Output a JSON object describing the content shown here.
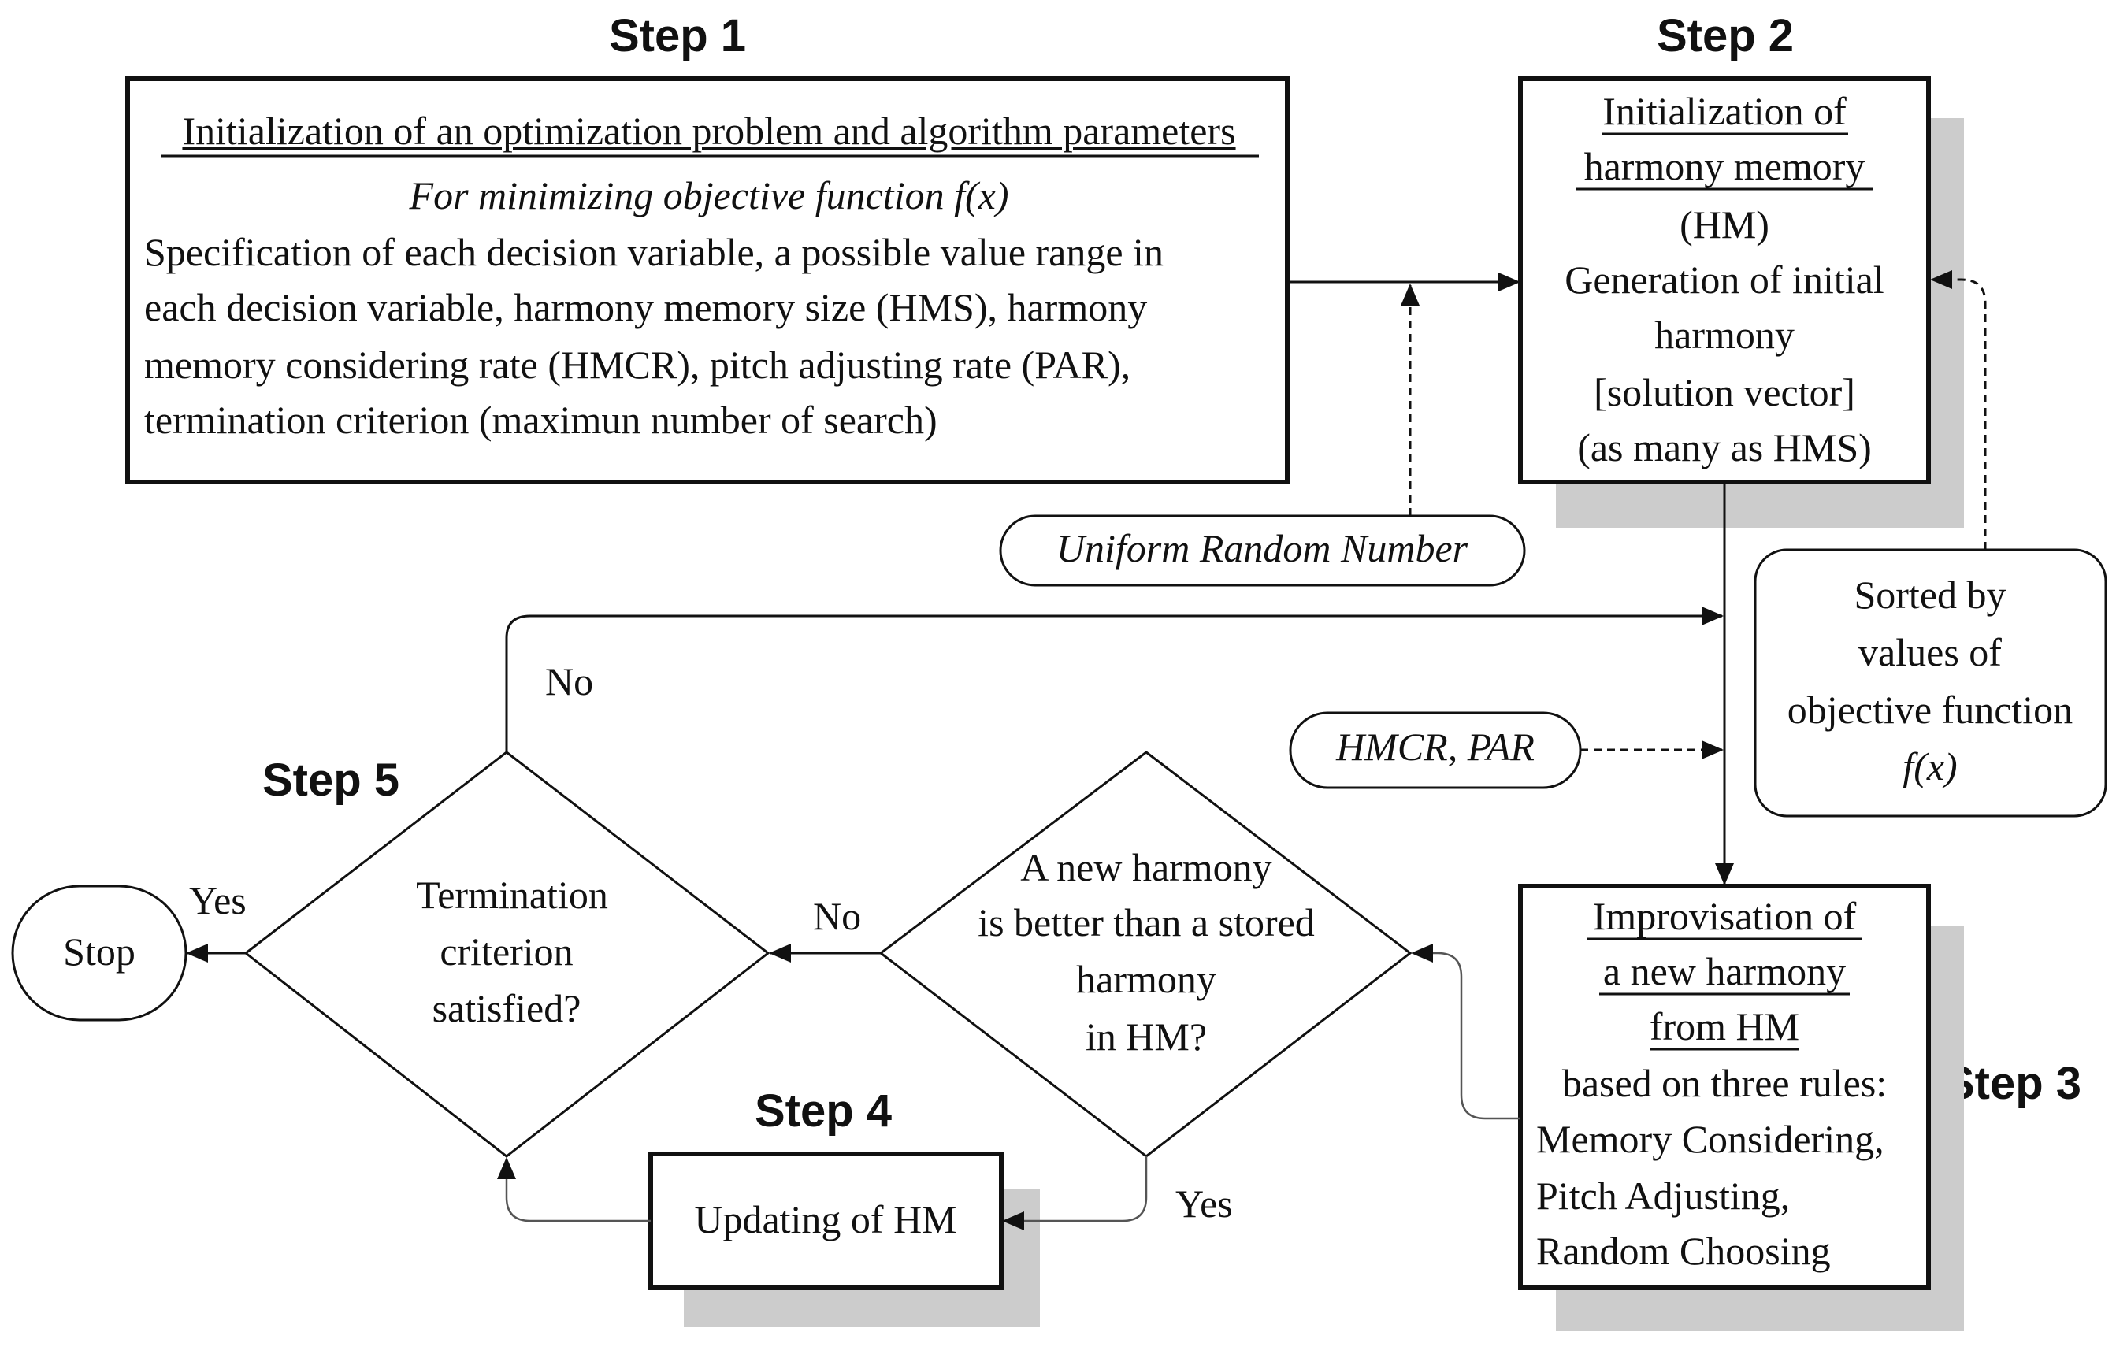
{
  "steps": {
    "step1": "Step 1",
    "step2": "Step 2",
    "step3": "Step 3",
    "step4": "Step 4",
    "step5": "Step 5"
  },
  "box1": {
    "title": "Initialization of an optimization problem and algorithm parameters",
    "subtitle": "For minimizing objective function f(x)",
    "lines": [
      "Specification of each decision variable, a possible value range in",
      "each decision variable, harmony memory size (HMS), harmony",
      "memory considering rate (HMCR), pitch adjusting rate (PAR),",
      "termination criterion (maximun number of search)"
    ]
  },
  "box2": {
    "title_lines": [
      "Initialization of",
      "harmony memory"
    ],
    "lines": [
      "(HM)",
      "Generation of initial",
      "harmony",
      "[solution vector]",
      "(as many as HMS)"
    ]
  },
  "box3": {
    "title_lines": [
      "Improvisation of",
      "a new harmony",
      "from HM"
    ],
    "lines": [
      "based on three rules:",
      "Memory Considering,",
      "Pitch Adjusting,",
      "Random Choosing"
    ]
  },
  "box4": {
    "label": "Updating of HM"
  },
  "decision_new": {
    "lines": [
      "A new harmony",
      "is better than a stored",
      "harmony",
      "in HM?"
    ]
  },
  "decision_term": {
    "lines": [
      "Termination",
      "criterion",
      "satisfied?"
    ]
  },
  "inputs": {
    "uniform_random": "Uniform Random Number",
    "hmcr_par": "HMCR, PAR",
    "sorted": [
      "Sorted by",
      "values of",
      "objective function",
      "f(x)"
    ]
  },
  "terminal": {
    "stop": "Stop"
  },
  "labels": {
    "no_top": "No",
    "no_mid": "No",
    "yes_left": "Yes",
    "yes_bottom": "Yes"
  }
}
